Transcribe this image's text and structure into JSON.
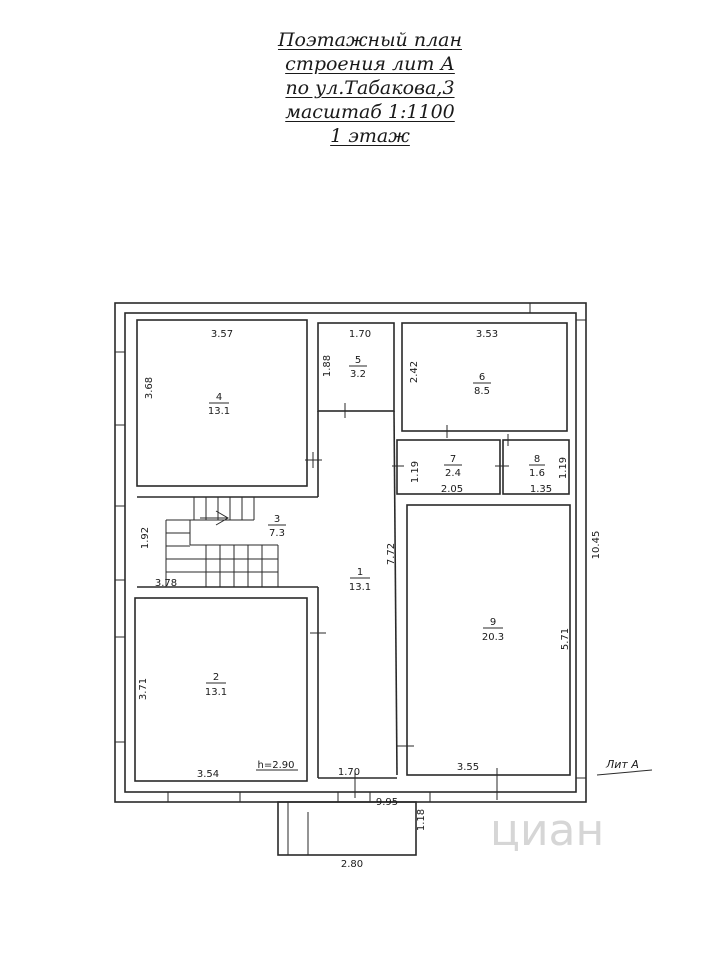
{
  "title_lines": [
    "Поэтажный план",
    "строения лит А",
    "по ул.Табакова,3",
    "масштаб 1:1100",
    "1 этаж"
  ],
  "rooms": [
    {
      "number": "1",
      "area": "13.1"
    },
    {
      "number": "2",
      "area": "13.1"
    },
    {
      "number": "3",
      "area": "7.3"
    },
    {
      "number": "4",
      "area": "13.1"
    },
    {
      "number": "5",
      "area": "3.2"
    },
    {
      "number": "6",
      "area": "8.5"
    },
    {
      "number": "7",
      "area": "2.4"
    },
    {
      "number": "8",
      "area": "1.6"
    },
    {
      "number": "9",
      "area": "20.3"
    }
  ],
  "dimensions": {
    "r4_width": "3.57",
    "r4_height": "3.68",
    "r5_width": "1.70",
    "r5_height": "1.88",
    "r6_width": "3.53",
    "r6_height": "2.42",
    "r7_height": "1.19",
    "r7_width": "2.05",
    "r8_height": "1.19",
    "r8_width": "1.35",
    "overall_height": "10.45",
    "r3_height": "1.92",
    "r3_width": "3.78",
    "corridor_height": "7.72",
    "r9_height": "5.71",
    "r2_height": "3.71",
    "r2_width": "3.54",
    "ceiling_height": "h=2.90",
    "corridor_width": "1.70",
    "r9_width": "3.55",
    "overall_width": "9.95",
    "porch_depth": "1.18",
    "porch_width": "2.80"
  },
  "building_label": "Лит А",
  "watermark": "циан"
}
